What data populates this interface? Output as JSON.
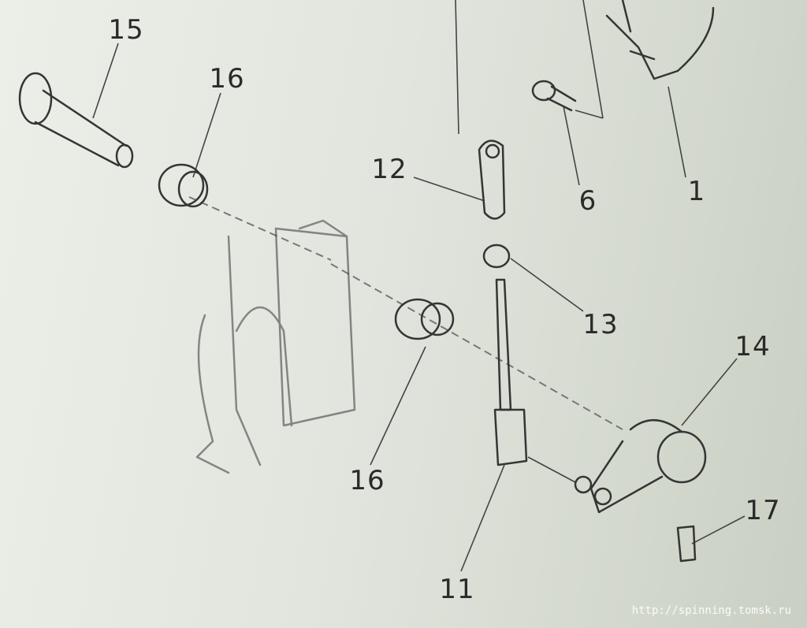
{
  "diagram": {
    "part_labels": {
      "p15": "15",
      "p16_top": "16",
      "p12": "12",
      "p6": "6",
      "p1": "1",
      "p13": "13",
      "p14": "14",
      "p16_bottom": "16",
      "p11": "11",
      "p17": "17"
    }
  },
  "watermark": "http://spinning.tomsk.ru",
  "colors": {
    "line": "#353535",
    "background": "#e2e5de"
  }
}
